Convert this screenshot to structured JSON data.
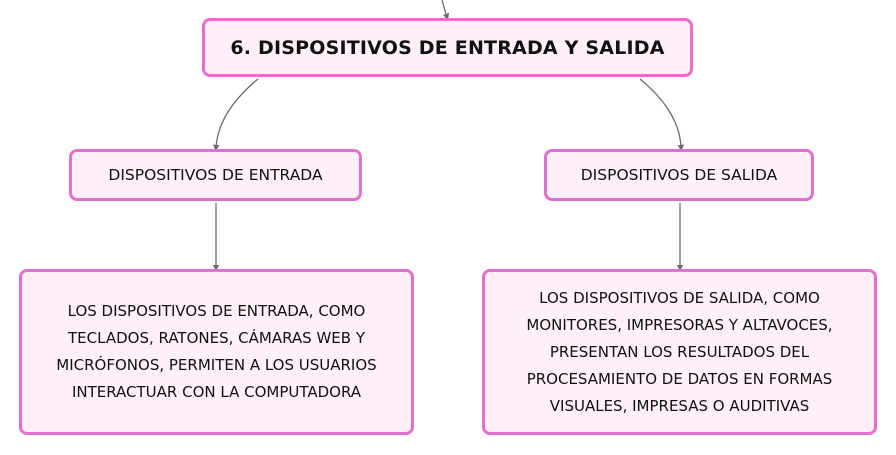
{
  "colors": {
    "node_border": "#e36fd0",
    "node_fill": "#fdf0f8",
    "connector": "#6b6b6b"
  },
  "diagram": {
    "main_topic": "6. DISPOSITIVOS DE ENTRADA Y SALIDA",
    "branches": [
      {
        "label": "DISPOSITIVOS DE ENTRADA",
        "description": "LOS DISPOSITIVOS DE ENTRADA, COMO TECLADOS, RATONES, CÁMARAS WEB Y MICRÓFONOS, PERMITEN A LOS USUARIOS INTERACTUAR CON LA COMPUTADORA"
      },
      {
        "label": "DISPOSITIVOS DE SALIDA",
        "description": "LOS DISPOSITIVOS DE SALIDA, COMO MONITORES, IMPRESORAS Y ALTAVOCES, PRESENTAN LOS RESULTADOS DEL PROCESAMIENTO DE DATOS EN FORMAS VISUALES, IMPRESAS O AUDITIVAS"
      }
    ]
  }
}
